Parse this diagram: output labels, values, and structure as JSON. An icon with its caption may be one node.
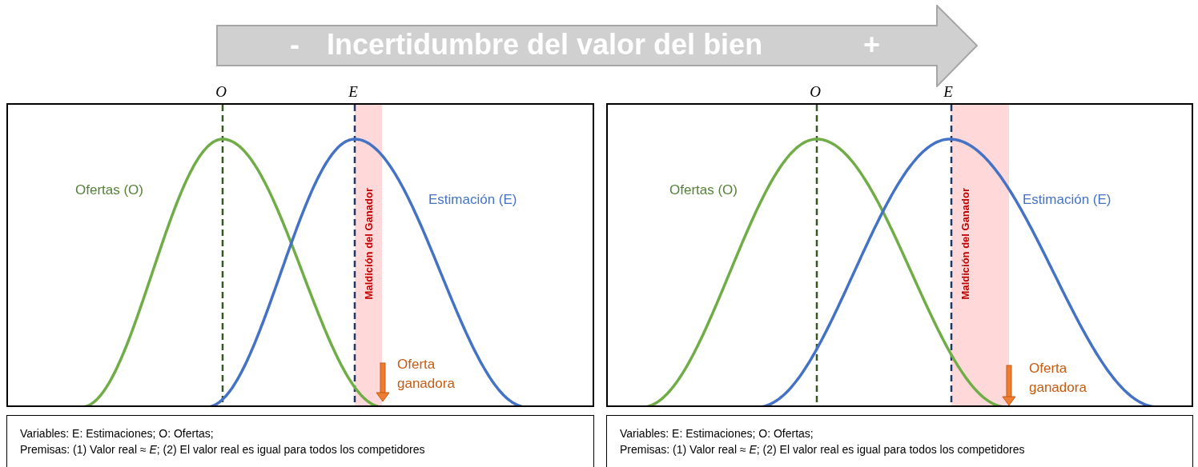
{
  "diagram": {
    "nodes": [
      {
        "text": [
          "-",
          "Incertidumbre del valor del bien",
          "+"
        ]
      },
      {
        "text": [
          "Ofertas (O)",
          "Estimación (E)",
          "Oferta ganadora"
        ]
      },
      {
        "text": [
          "Maldición del Ganador"
        ],
        "in": 1
      },
      {
        "text": [
          "Ofertas (O)",
          "Estimación (E)",
          "Oferta ganadora"
        ]
      },
      {
        "text": [
          "Maldición del Ganador"
        ],
        "in": 3
      },
      {
        "text": [
          "Variables: E: Estimaciones; O: Ofertas;",
          "Premisas: (1) Valor real ≈ *E*; (2) El valor real es igual para todos los competidores"
        ]
      },
      {
        "text": [
          "Variables: E: Estimaciones; O: Ofertas;",
          "Premisas: (1) Valor real ≈ *E*; (2) El valor real es igual para todos los competidores"
        ]
      }
    ],
    "labels": [
      "O",
      "E",
      "O",
      "E"
    ]
  }
}
